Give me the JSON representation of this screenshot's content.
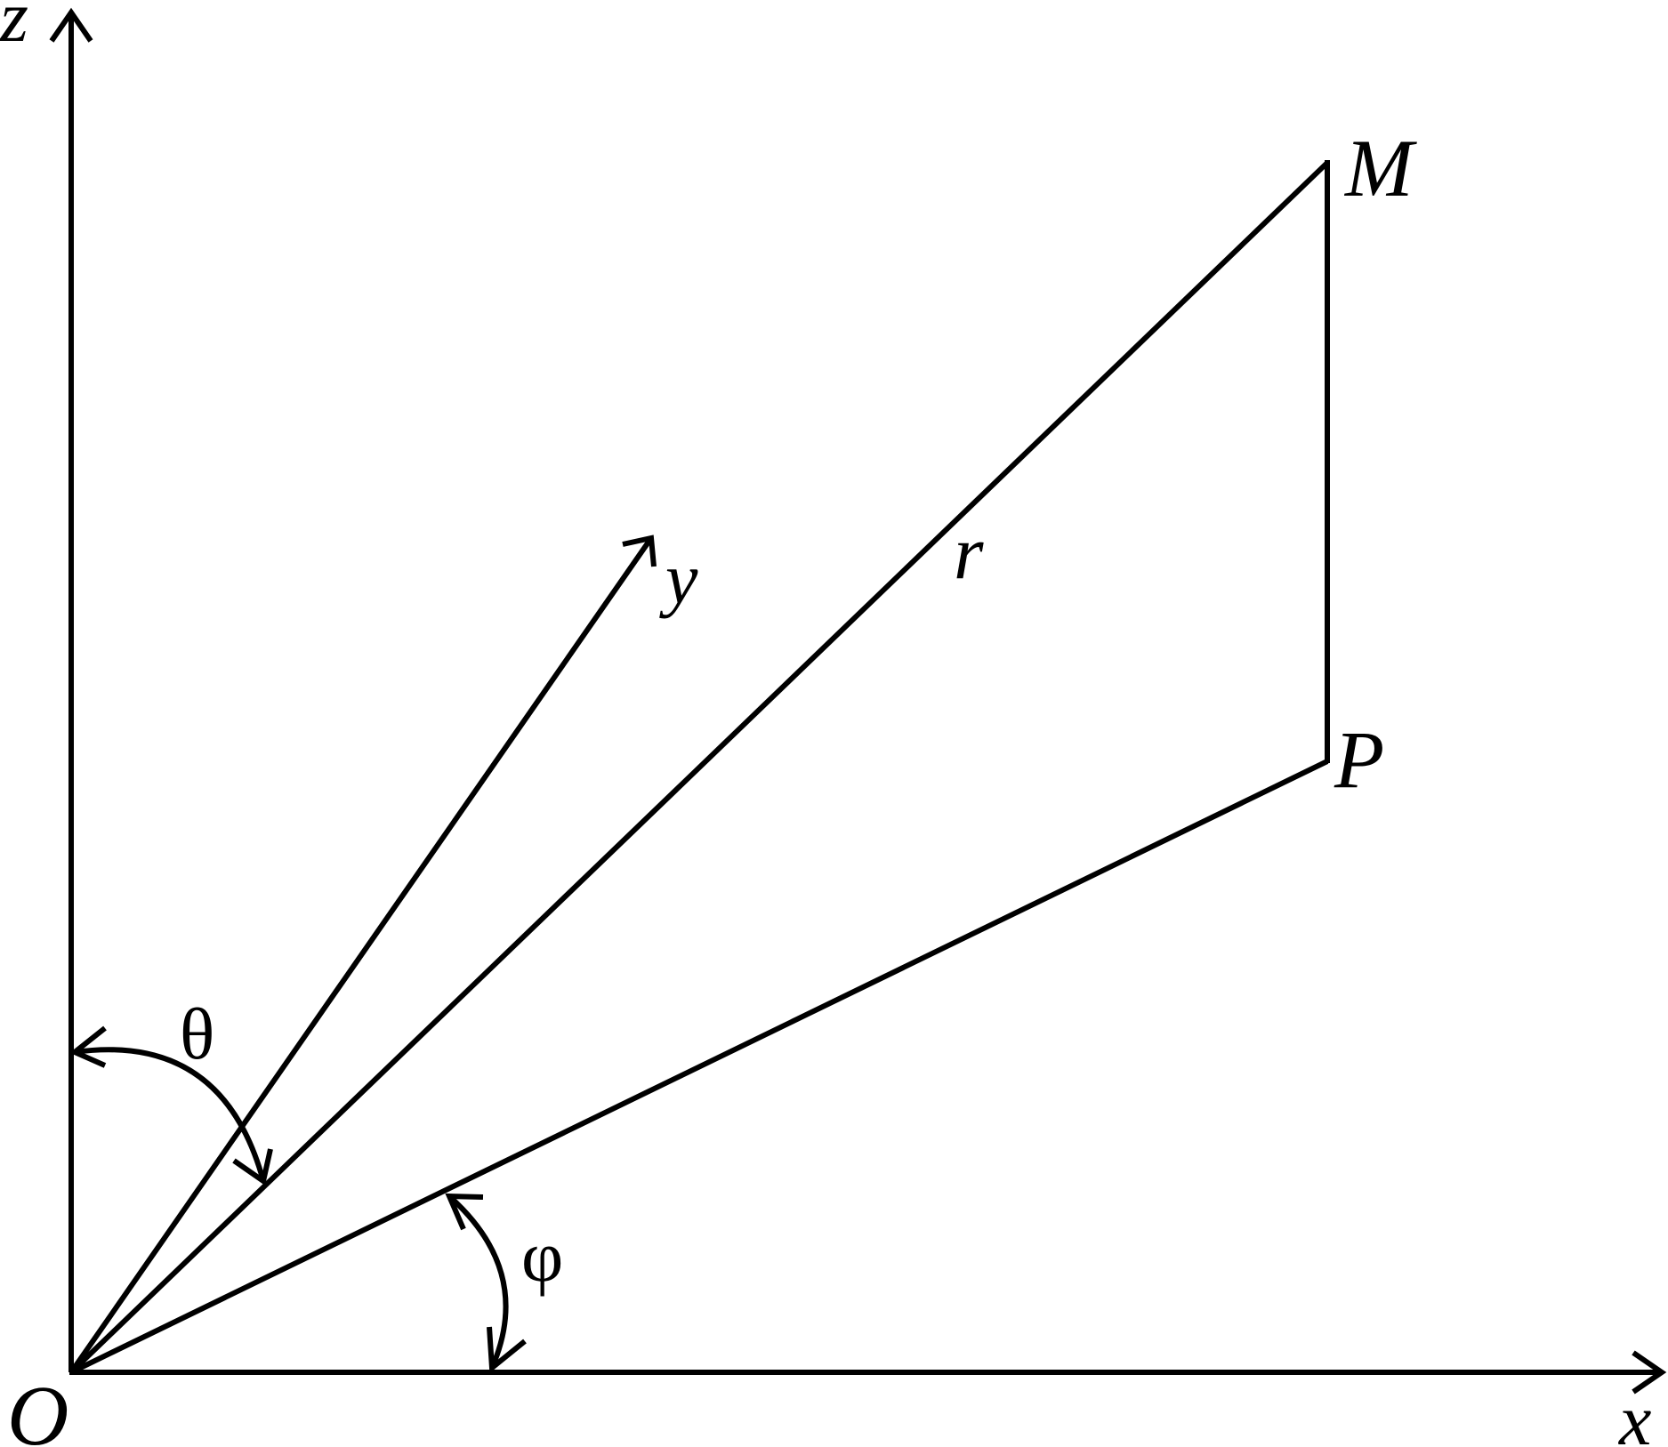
{
  "diagram": {
    "labels": {
      "z": "z",
      "y": "y",
      "x": "x",
      "origin": "O",
      "point_m": "M",
      "point_p": "P",
      "radius": "r",
      "theta": "θ",
      "phi": "φ"
    },
    "colors": {
      "line": "#000000",
      "background": "#ffffff"
    }
  }
}
